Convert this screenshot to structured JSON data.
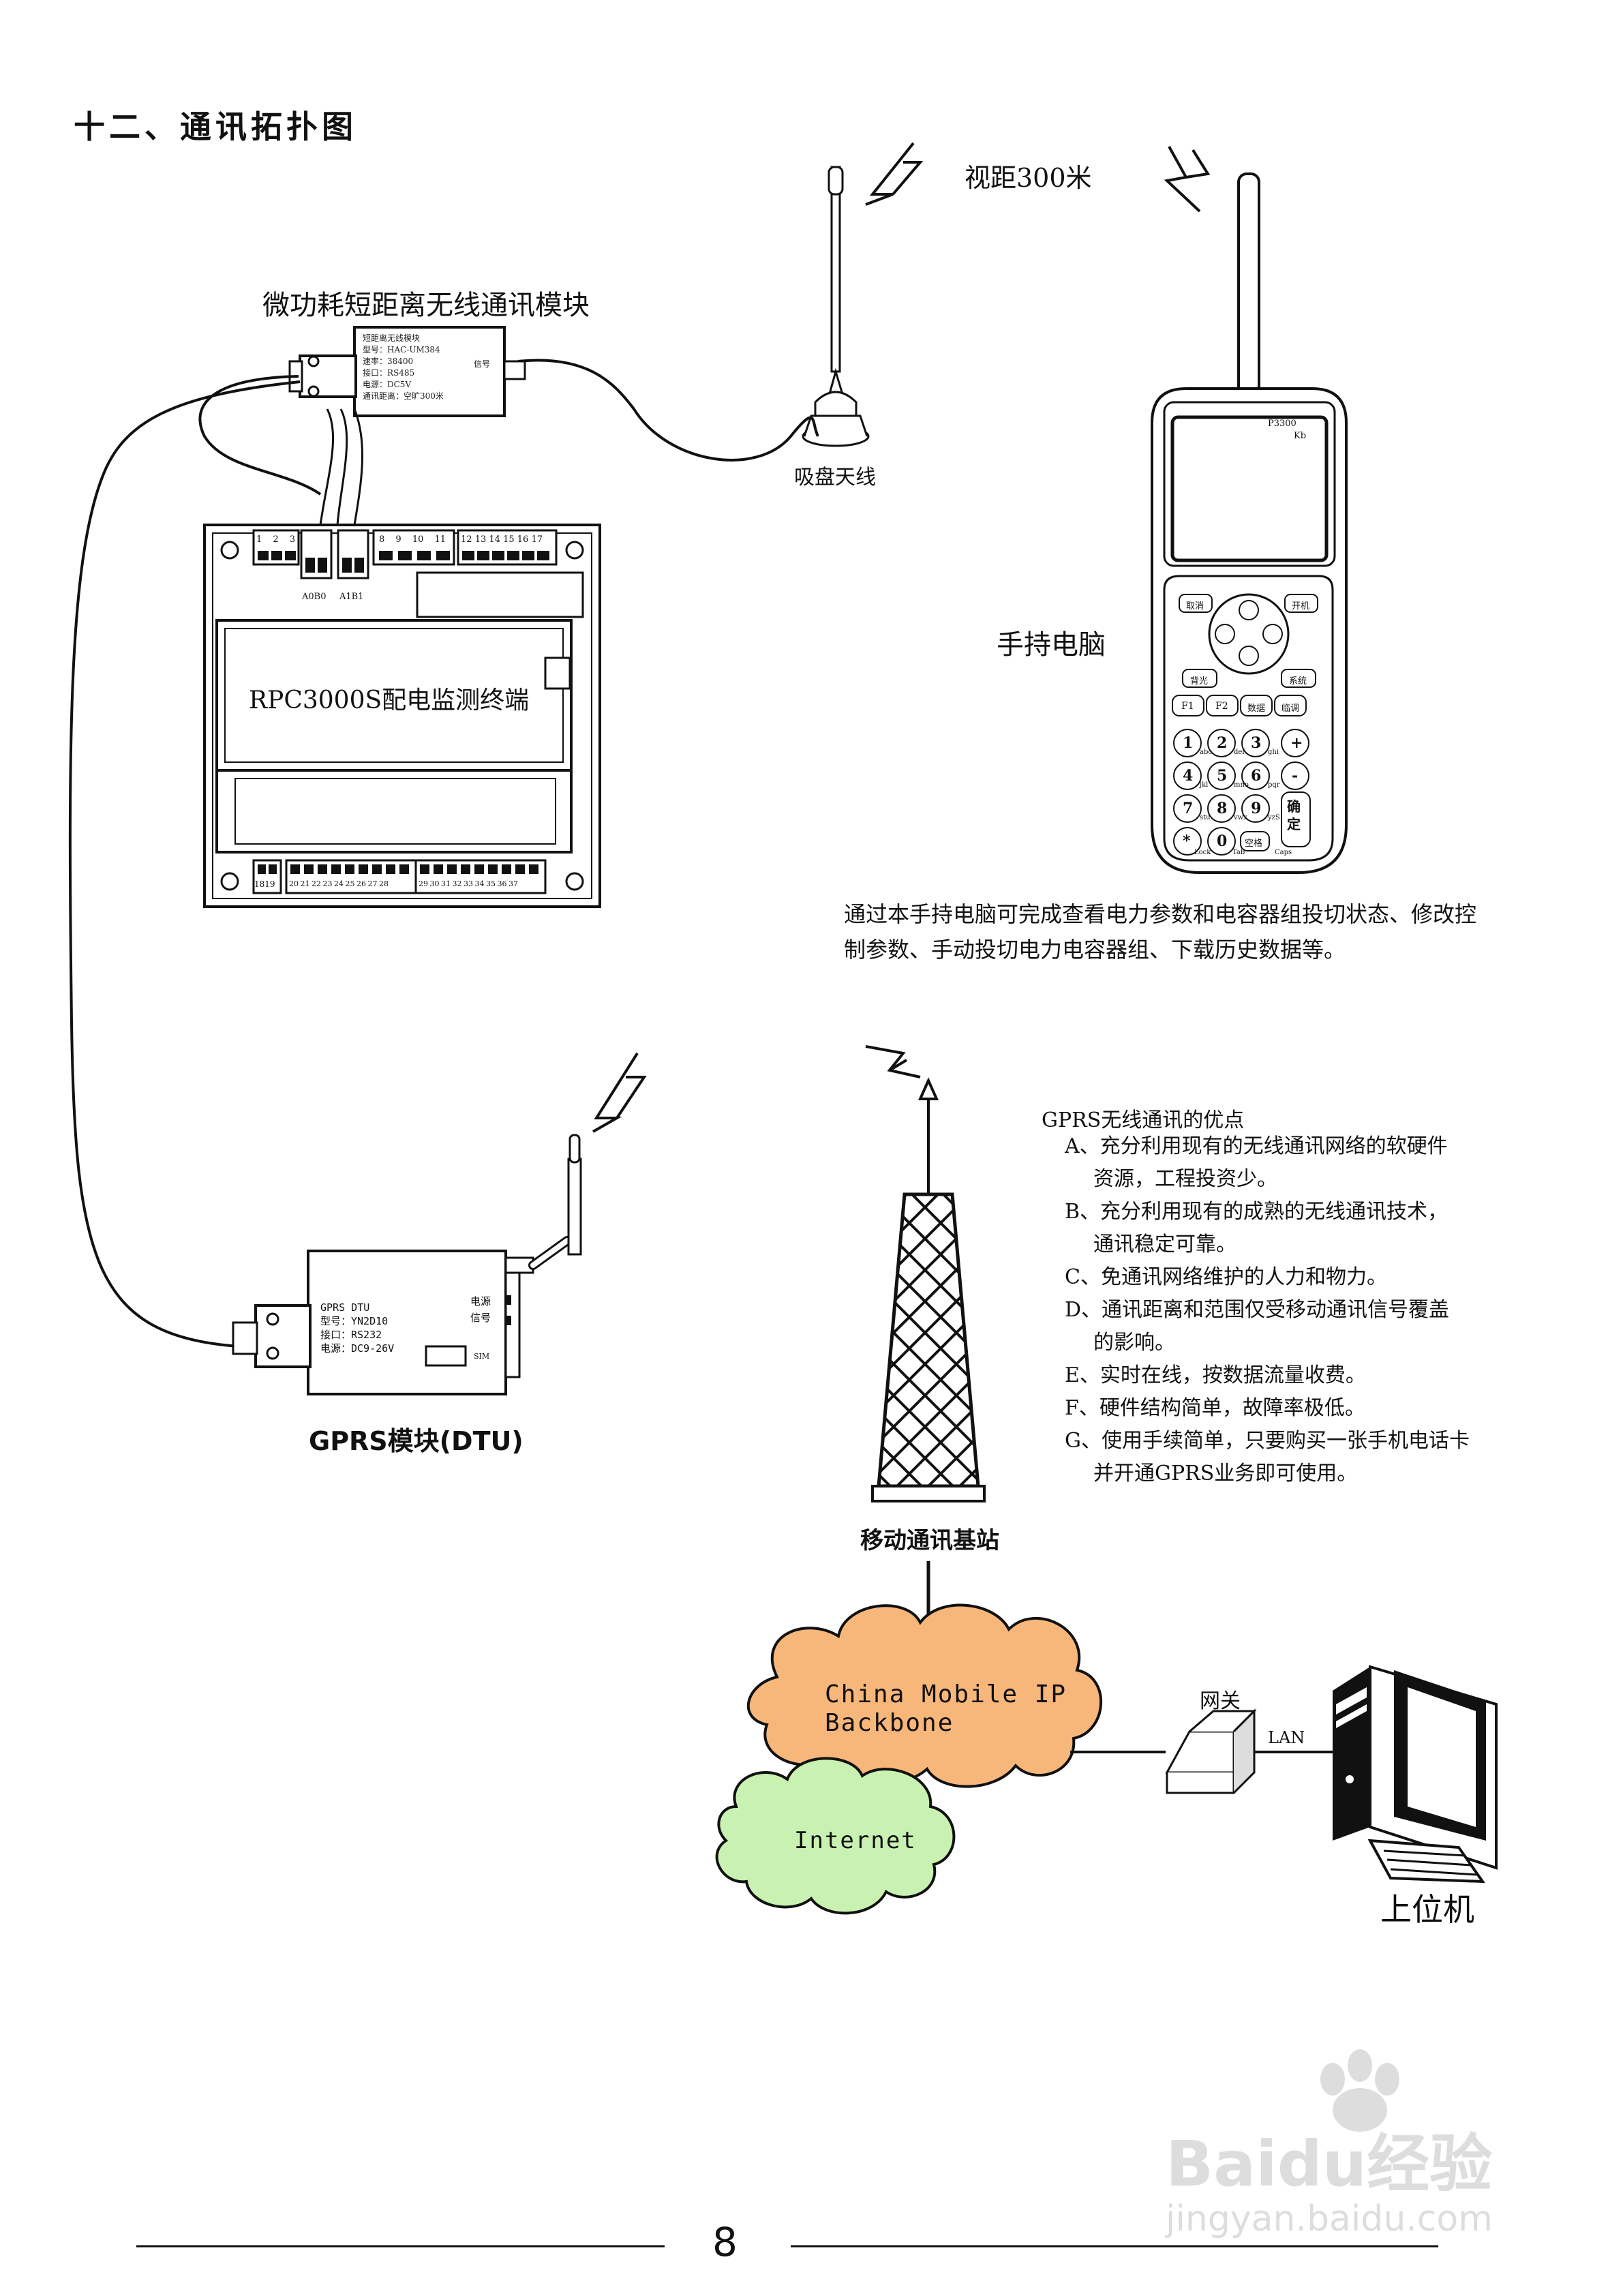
{
  "section_title": "十二、通讯拓扑图",
  "wireless_module": {
    "title": "微功耗短距离无线通讯模块",
    "label_lines": [
      "短距离无线模块",
      "型号：HAC-UM384",
      "速率：38400",
      "接口：RS485",
      "电源：DC5V",
      "通讯距离：空旷300米"
    ],
    "indicator_label": "信号"
  },
  "antenna_label": "吸盘天线",
  "sight_distance": "视距300米",
  "terminal": {
    "name": "RPC3000S配电监测终端",
    "top_terminals_a": [
      "1",
      "2",
      "3"
    ],
    "port_labels": [
      "A0B0",
      "A1B1"
    ],
    "top_terminals_b": [
      "8",
      "9",
      "10",
      "11"
    ],
    "top_terminals_c": [
      "12",
      "13",
      "14",
      "15",
      "16",
      "17"
    ],
    "bottom_terminals_a": [
      "18",
      "19"
    ],
    "bottom_terminals_b": [
      "20",
      "21",
      "22",
      "23",
      "24",
      "25",
      "26",
      "27",
      "28"
    ],
    "bottom_terminals_c": [
      "29",
      "30",
      "31",
      "32",
      "33",
      "34",
      "35",
      "36",
      "37"
    ]
  },
  "handheld": {
    "model": "P3300",
    "screen_tag": "Kb",
    "label": "手持电脑",
    "description": "通过本手持电脑可完成查看电力参数和电容器组投切状态、修改控制参数、手动投切电力电容器组、下载历史数据等。",
    "top_keys": [
      "取消",
      "开机"
    ],
    "mid_keys": [
      "背光",
      "系统"
    ],
    "fn_keys": [
      "F1",
      "F2",
      "数据",
      "临调"
    ],
    "num_keys": [
      "1",
      "2",
      "3",
      "+",
      "4",
      "5",
      "6",
      "-",
      "7",
      "8",
      "9",
      "*",
      "0",
      "空格"
    ],
    "num_sub": [
      "abc",
      "def",
      "ghi",
      "jkl",
      "mno",
      "pqr",
      "stu",
      "vwx",
      "yzS",
      "Lock",
      "Tab",
      "Caps"
    ],
    "enter_key": "确定"
  },
  "dtu": {
    "label_lines": [
      "GPRS DTU",
      "型号：YN2D10",
      "接口：RS232",
      "电源：DC9-26V"
    ],
    "power_label": "电源",
    "signal_label": "信号",
    "sim_label": "SIM",
    "caption": "GPRS模块(DTU)"
  },
  "gprs_advantages": {
    "title": "GPRS无线通讯的优点",
    "items": [
      "A、充分利用现有的无线通讯网络的软硬件",
      "资源，工程投资少。",
      "B、充分利用现有的成熟的无线通讯技术，",
      "通讯稳定可靠。",
      "C、免通讯网络维护的人力和物力。",
      "D、通讯距离和范围仅受移动通讯信号覆盖",
      "的影响。",
      "E、实时在线，按数据流量收费。",
      "F、硬件结构简单，故障率极低。",
      "G、使用手续简单，只要购买一张手机电话卡",
      "并开通GPRS业务即可使用。"
    ]
  },
  "tower_label": "移动通讯基站",
  "cloud_china_mobile": [
    "China Mobile IP",
    "Backbone"
  ],
  "cloud_internet": "Internet",
  "gateway_label": "网关",
  "lan_label": "LAN",
  "host_label": "上位机",
  "page_number": "8",
  "watermark": {
    "brand": "Baidu经验",
    "url": "jingyan.baidu.com"
  },
  "colors": {
    "backbone_cloud": "#f7b67a",
    "internet_cloud": "#c9f2b2",
    "line": "#111111"
  }
}
